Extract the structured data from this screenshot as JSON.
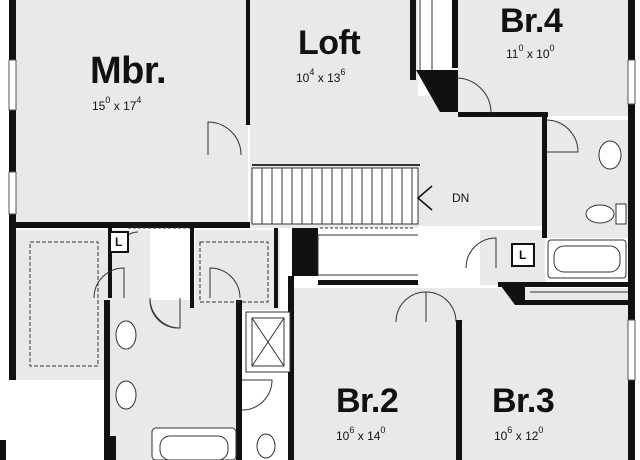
{
  "rooms": {
    "mbr": {
      "name": "Mbr.",
      "w_ft": "15",
      "w_in": "0",
      "h_ft": "17",
      "h_in": "4"
    },
    "loft": {
      "name": "Loft",
      "w_ft": "10",
      "w_in": "4",
      "h_ft": "13",
      "h_in": "6"
    },
    "br4": {
      "name": "Br.4",
      "w_ft": "11",
      "w_in": "0",
      "h_ft": "10",
      "h_in": "0"
    },
    "br2": {
      "name": "Br.2",
      "w_ft": "10",
      "w_in": "6",
      "h_ft": "14",
      "h_in": "0"
    },
    "br3": {
      "name": "Br.3",
      "w_ft": "10",
      "w_in": "6",
      "h_ft": "12",
      "h_in": "0"
    }
  },
  "labels": {
    "stair_down": "DN",
    "linen_1": "L",
    "linen_2": "L",
    "dimension_separator": "x"
  },
  "colors": {
    "room_fill": "#e9e9e9",
    "wall": "#111111",
    "line": "#333333",
    "background": "#ffffff"
  }
}
